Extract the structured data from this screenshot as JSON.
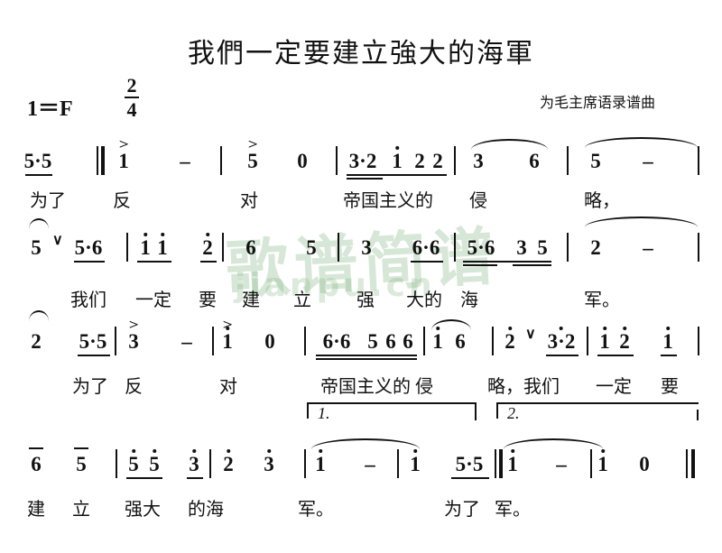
{
  "title": "我們一定要建立強大的海軍",
  "key_signature": "1＝F",
  "time_signature": {
    "numerator": "2",
    "denominator": "4"
  },
  "credit": "为毛主席语录谱曲",
  "watermark": {
    "main": "歌谱简谱",
    "sub": "jianpu.cn"
  },
  "lines": [
    {
      "notes": [
        "5·5",
        "1",
        "–",
        "5",
        "0",
        "3·2",
        "1",
        "2",
        "2",
        "3",
        "6",
        "5",
        "–"
      ],
      "lyrics": [
        "为了",
        "反",
        "对",
        "帝国主义的",
        "侵",
        "略，"
      ]
    },
    {
      "notes": [
        "5",
        "5·6",
        "1",
        "1",
        "2",
        "6",
        "5",
        "3",
        "6·6",
        "5·6",
        "3",
        "5",
        "2",
        "–"
      ],
      "lyrics": [
        "我们",
        "一定",
        "要",
        "建",
        "立",
        "强",
        "大的",
        "海",
        "军。"
      ]
    },
    {
      "notes": [
        "2",
        "5·5",
        "3",
        "–",
        "1",
        "0",
        "6·6",
        "5",
        "6",
        "6",
        "1",
        "6",
        "2",
        "3·2",
        "1",
        "2",
        "1"
      ],
      "lyrics": [
        "为了",
        "反",
        "对",
        "帝国主义的",
        "侵",
        "略，我们",
        "一定",
        "要"
      ],
      "voltas": [
        "1.",
        "2."
      ]
    },
    {
      "notes": [
        "6",
        "5",
        "5",
        "5",
        "3",
        "2",
        "3",
        "1",
        "–",
        "1",
        "5·5",
        "1",
        "–",
        "1",
        "0"
      ],
      "lyrics": [
        "建",
        "立",
        "强大",
        "的海",
        "军。",
        "为了",
        "军。"
      ]
    }
  ]
}
